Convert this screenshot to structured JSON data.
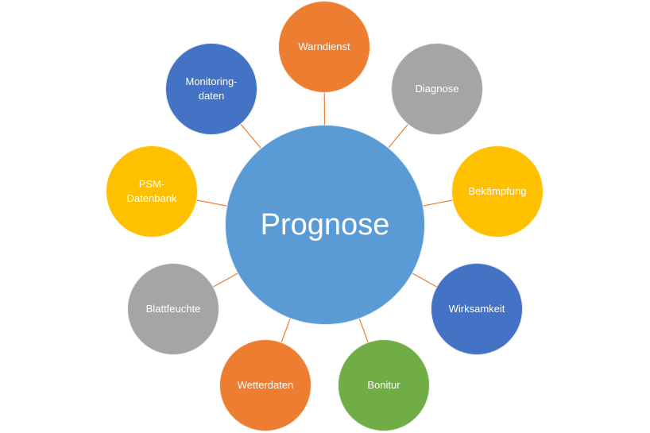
{
  "center": {
    "label": "Prognose",
    "color": "#5b9bd5"
  },
  "connector_color": "#ed7d31",
  "satellites": [
    {
      "id": "warndienst",
      "label": "Warndienst",
      "color": "#ed7d31"
    },
    {
      "id": "diagnose",
      "label": "Diagnose",
      "color": "#a5a5a5"
    },
    {
      "id": "bekaempfung",
      "label": "Bekämpfung",
      "color": "#ffc000"
    },
    {
      "id": "wirksamkeit",
      "label": "Wirksamkeit",
      "color": "#4472c4"
    },
    {
      "id": "bonitur",
      "label": "Bonitur",
      "color": "#70ad47"
    },
    {
      "id": "wetterdaten",
      "label": "Wetterdaten",
      "color": "#ed7d31"
    },
    {
      "id": "blattfeuchte",
      "label": "Blattfeuchte",
      "color": "#a5a5a5"
    },
    {
      "id": "psm",
      "label": "PSM-\nDatenbank",
      "color": "#ffc000"
    },
    {
      "id": "monitoring",
      "label": "Monitoring-\ndaten",
      "color": "#4472c4"
    }
  ]
}
